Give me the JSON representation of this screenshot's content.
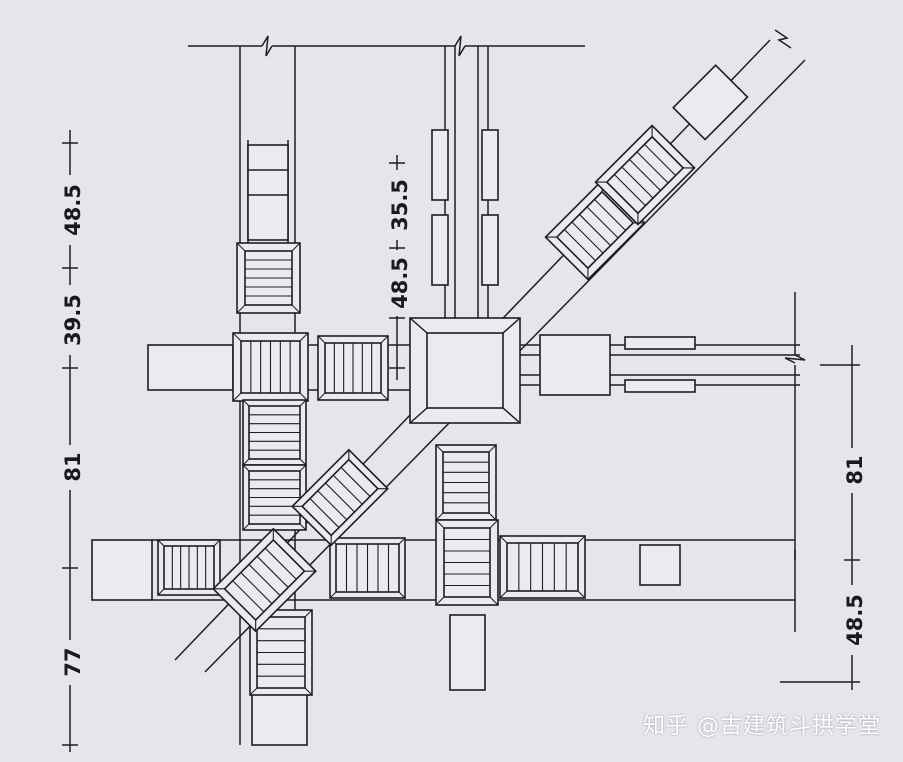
{
  "dimensions": {
    "left": [
      "48.5",
      "39.5",
      "81",
      "77"
    ],
    "center": [
      "35.5",
      "48.5"
    ],
    "right": [
      "81",
      "48.5"
    ]
  },
  "watermark": "知乎 @古建筑斗拱学堂",
  "colors": {
    "paper": "#e7e5ec",
    "ink": "#1e1e22"
  }
}
